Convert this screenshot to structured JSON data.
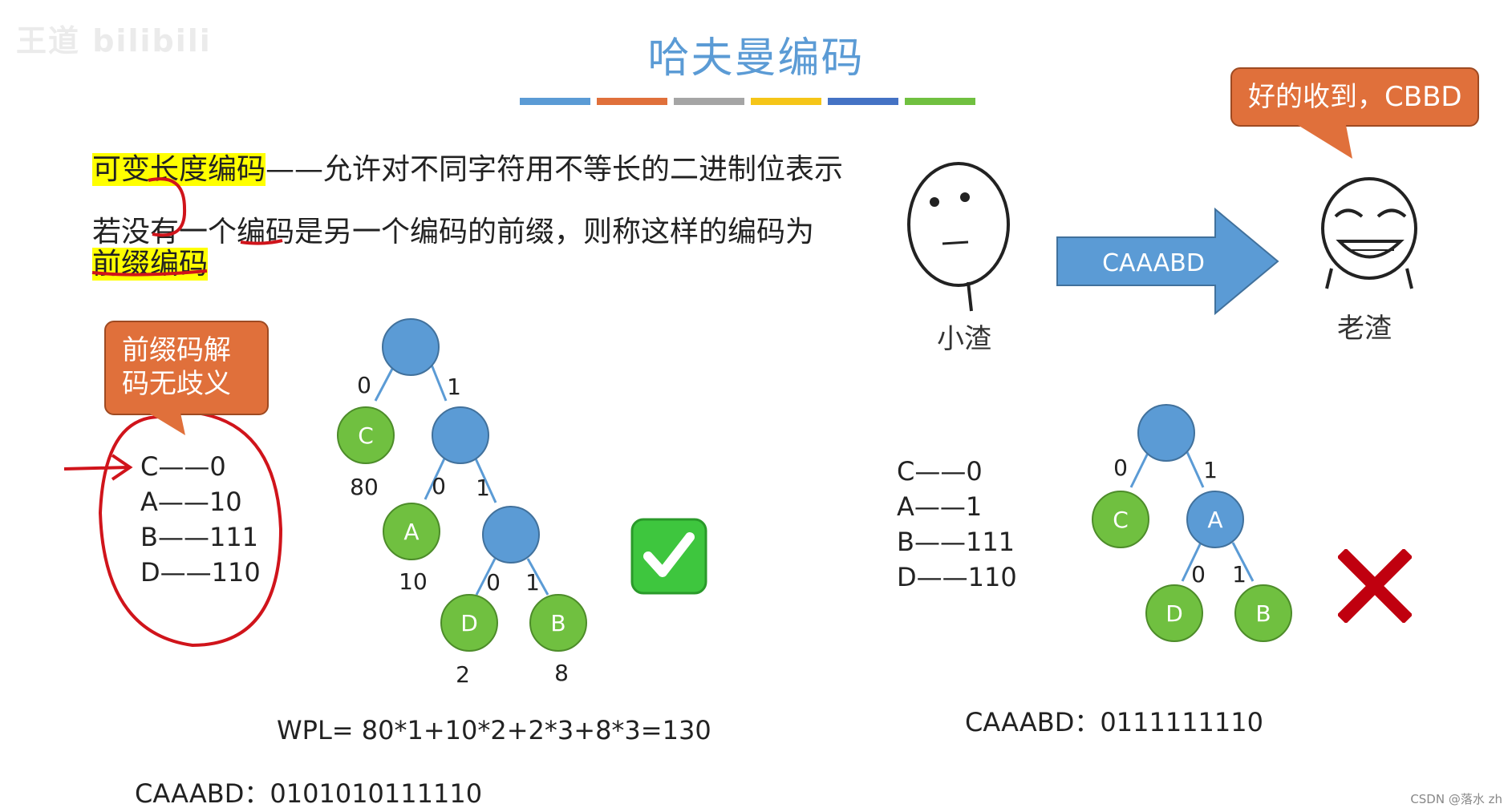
{
  "watermark": "王道 bilibili",
  "title": "哈夫曼编码",
  "divider_colors": [
    "#5b9bd5",
    "#e0703b",
    "#a5a5a5",
    "#f5c518",
    "#4472c4",
    "#70c040"
  ],
  "definition": {
    "term": "可变长度编码",
    "rest": "——允许对不同字符用不等长的二进制位表示"
  },
  "prefix_def": {
    "line1": "若没有一个编码是另一个编码的前缀，则称这样的编码为",
    "term": "前缀编码"
  },
  "bubble_left": {
    "line1": "前缀码解",
    "line2": "码无歧义"
  },
  "left_codes": [
    "C——0",
    "A——10",
    "B——111",
    "D——110"
  ],
  "right_codes": [
    "C——0",
    "A——1",
    "B——111",
    "D——110"
  ],
  "left_tree": {
    "nodes": [
      {
        "label": ""
      },
      {
        "label": "C",
        "weight": "80"
      },
      {
        "label": ""
      },
      {
        "label": "A",
        "weight": "10"
      },
      {
        "label": ""
      },
      {
        "label": "D",
        "weight": "2"
      },
      {
        "label": "B",
        "weight": "8"
      }
    ],
    "edge_labels": [
      "0",
      "1",
      "0",
      "1",
      "0",
      "1"
    ]
  },
  "right_tree": {
    "nodes": [
      {
        "label": ""
      },
      {
        "label": "C"
      },
      {
        "label": "A"
      },
      {
        "label": "D"
      },
      {
        "label": "B"
      }
    ],
    "edge_labels": [
      "0",
      "1",
      "0",
      "1"
    ]
  },
  "wpl": "WPL= 80*1+10*2+2*3+8*3=130",
  "left_encoding": "CAAABD：0101010111110",
  "right_encoding": "CAAABD：0111111110",
  "sender_label": "小渣",
  "receiver_label": "老渣",
  "arrow_text": "CAAABD",
  "bubble_right": "好的收到，CBBD",
  "csdn": "CSDN @落水 zh",
  "colors": {
    "blue_node": "#5b9bd5",
    "green_node": "#70c040",
    "arrow": "#5b9bd5",
    "bubble": "#e0703b",
    "check": "#3ec63e",
    "cross": "#c0000f"
  }
}
